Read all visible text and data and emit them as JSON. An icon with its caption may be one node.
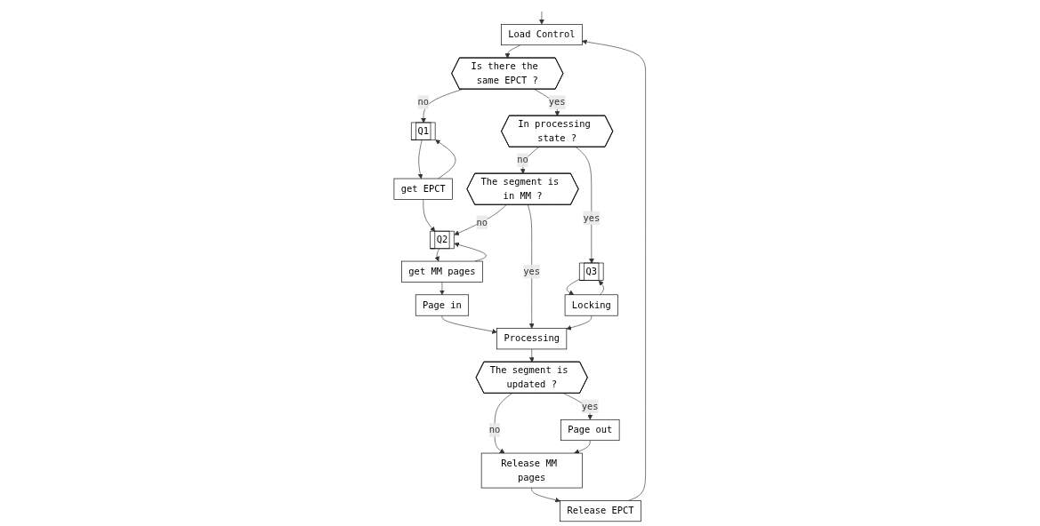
{
  "diagram": {
    "nodes": [
      {
        "text": [
          "Load Control"
        ]
      },
      {
        "text": [
          "Is there the same EPCT ?"
        ]
      },
      {
        "text": [
          "Q1"
        ]
      },
      {
        "text": [
          "get EPCT"
        ]
      },
      {
        "text": [
          "In processing state ?"
        ]
      },
      {
        "text": [
          "The segment is in MM ?"
        ]
      },
      {
        "text": [
          "Q2"
        ]
      },
      {
        "text": [
          "get MM pages"
        ]
      },
      {
        "text": [
          "Page in"
        ]
      },
      {
        "text": [
          "Q3"
        ]
      },
      {
        "text": [
          "Locking"
        ]
      },
      {
        "text": [
          "Processing"
        ]
      },
      {
        "text": [
          "The segment is updated ?"
        ]
      },
      {
        "text": [
          "Page out"
        ]
      },
      {
        "text": [
          "Release MM pages"
        ]
      },
      {
        "text": [
          "Release EPCT"
        ]
      }
    ],
    "edges": [
      {
        "from": null,
        "to": 0,
        "arrow": "to"
      },
      {
        "from": 15,
        "to": 0,
        "arrow": "to"
      },
      {
        "from": 0,
        "to": 1,
        "arrow": "to"
      },
      {
        "from": 1,
        "to": 2,
        "arrow": "to",
        "label": "no"
      },
      {
        "from": 3,
        "to": 2,
        "arrow": "to"
      },
      {
        "from": 2,
        "to": 3,
        "arrow": "to"
      },
      {
        "from": 3,
        "to": 6,
        "arrow": "to"
      },
      {
        "from": 5,
        "to": 6,
        "arrow": "to",
        "label": "no"
      },
      {
        "from": 7,
        "to": 6,
        "arrow": "to"
      },
      {
        "from": 6,
        "to": 7,
        "arrow": "to"
      },
      {
        "from": 7,
        "to": 8,
        "arrow": "to"
      },
      {
        "from": 1,
        "to": 4,
        "arrow": "to",
        "label": "yes"
      },
      {
        "from": 4,
        "to": 5,
        "arrow": "to",
        "label": "no"
      },
      {
        "from": 4,
        "to": 9,
        "arrow": "to",
        "label": "yes"
      },
      {
        "from": 10,
        "to": 9,
        "arrow": "to"
      },
      {
        "from": 9,
        "to": 10,
        "arrow": "to"
      },
      {
        "from": 8,
        "to": 11,
        "arrow": "to"
      },
      {
        "from": 5,
        "to": 11,
        "arrow": "to",
        "label": "yes"
      },
      {
        "from": 10,
        "to": 11,
        "arrow": "to"
      },
      {
        "from": 11,
        "to": 12,
        "arrow": "to"
      },
      {
        "from": 12,
        "to": 13,
        "arrow": "to",
        "label": "yes"
      },
      {
        "from": 12,
        "to": 14,
        "arrow": "to",
        "label": "no"
      },
      {
        "from": 13,
        "to": 14,
        "arrow": "to"
      },
      {
        "from": 14,
        "to": 15,
        "arrow": "to"
      }
    ]
  }
}
